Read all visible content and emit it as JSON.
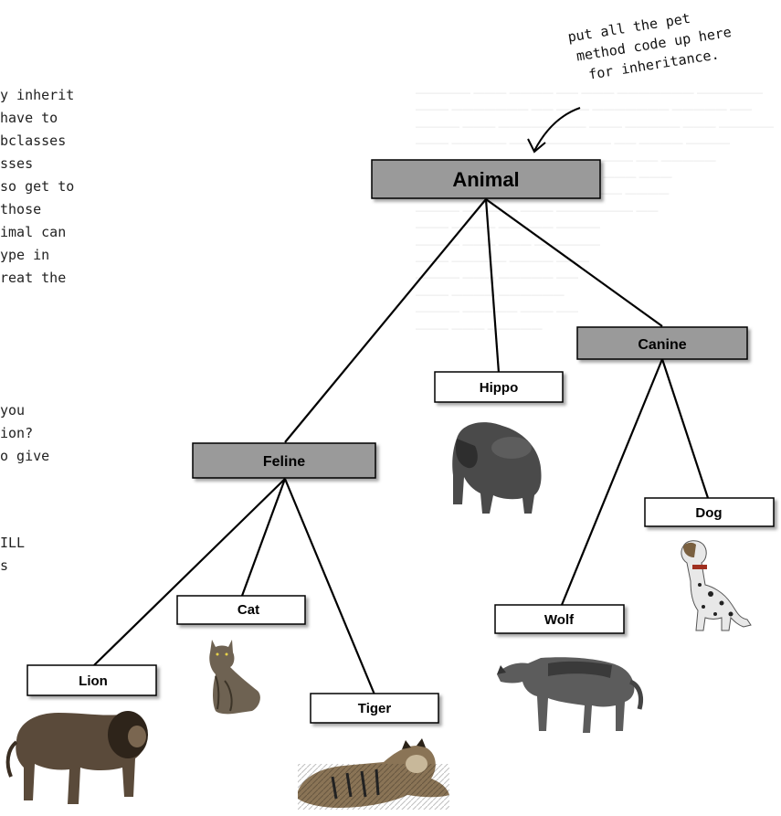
{
  "left_text_fragments": [
    "y inherit",
    "have to",
    "bclasses",
    "sses",
    "so get to",
    "those",
    "imal can",
    "ype in",
    "reat the",
    "you",
    "ion?",
    "o give",
    "ILL",
    "s"
  ],
  "annotation": {
    "lines": [
      "put all the pet",
      "method code up here",
      "for inheritance."
    ]
  },
  "nodes": {
    "animal": "Animal",
    "canine": "Canine",
    "hippo": "Hippo",
    "feline": "Feline",
    "dog": "Dog",
    "cat": "Cat",
    "wolf": "Wolf",
    "lion": "Lion",
    "tiger": "Tiger"
  },
  "colors": {
    "superclass_fill": "#9a9a9a",
    "subclass_fill": "#ffffff",
    "line": "#000000"
  }
}
